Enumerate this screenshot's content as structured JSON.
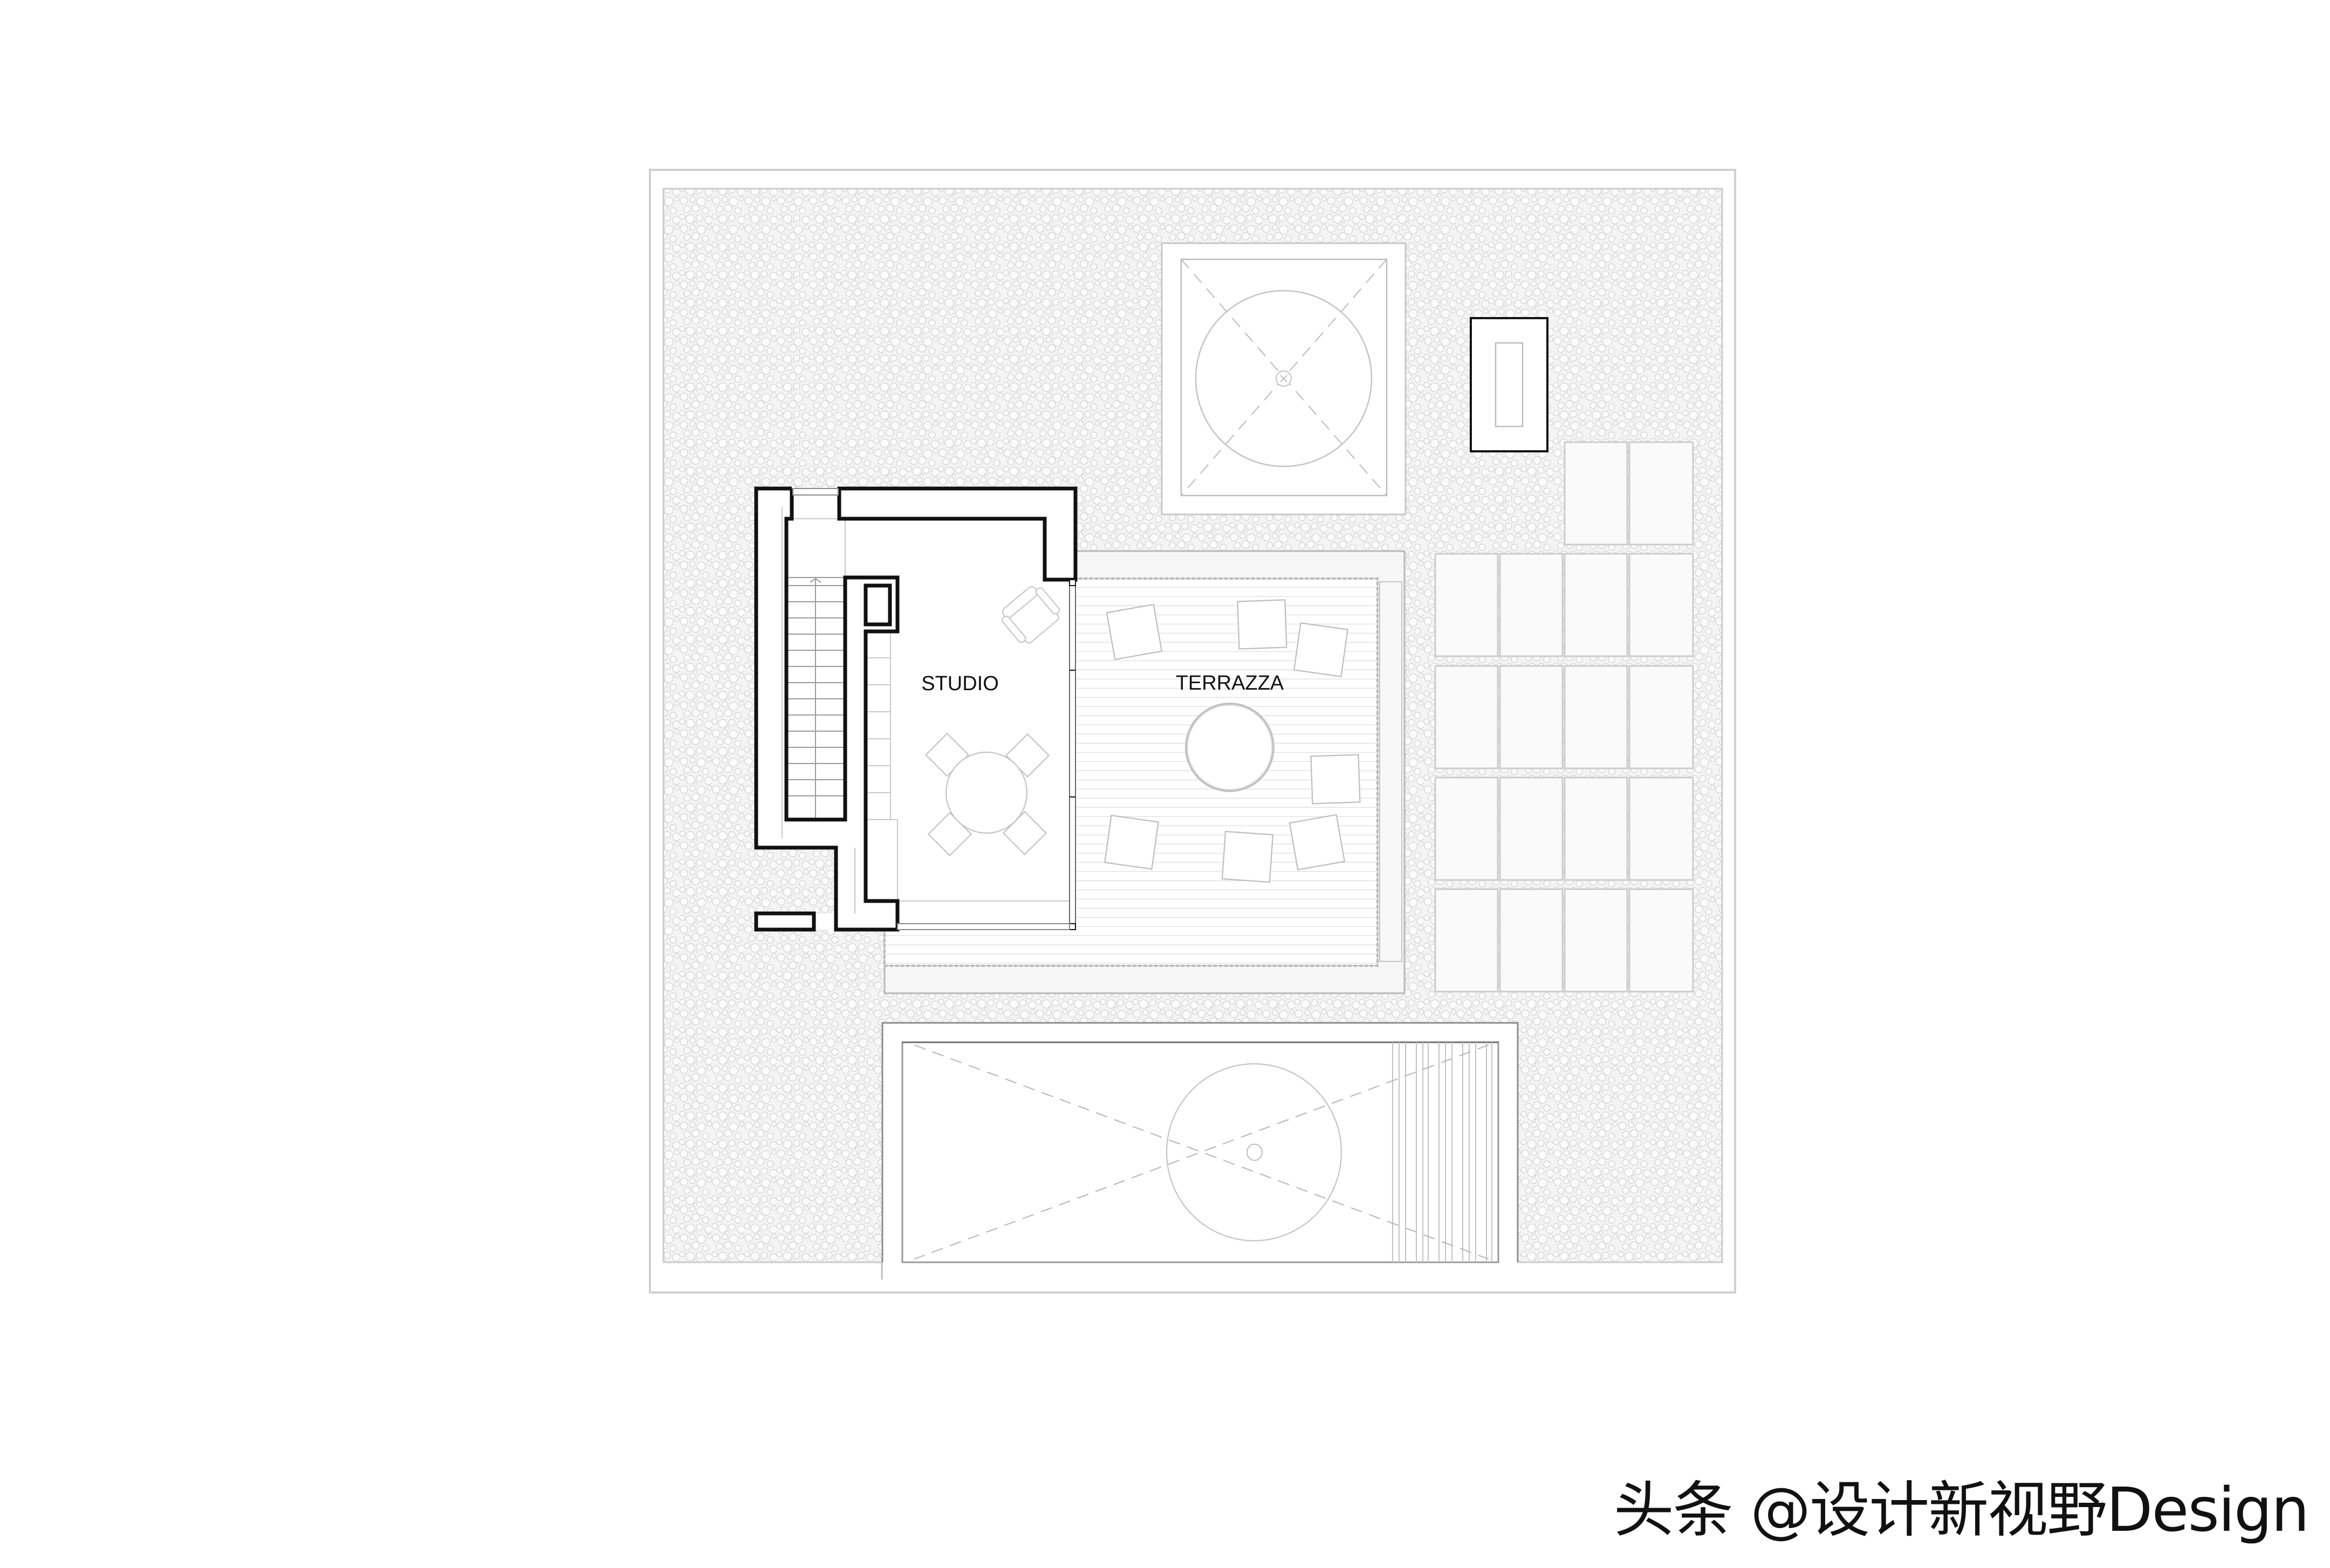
{
  "drawing": {
    "type": "roof / upper floor architectural plan",
    "colors": {
      "background": "#ffffff",
      "gravel_fill": "#f2f2f2",
      "gravel_stroke": "#dcdcdc",
      "wall_black": "#111111",
      "thin_line": "#bdbdbd",
      "panel_fill": "#fafafa",
      "platform_fill": "#f6f6f6"
    }
  },
  "rooms": {
    "studio": {
      "label": "STUDIO"
    },
    "terrace": {
      "label": "TERRAZZA"
    }
  },
  "elements": {
    "skylight": {
      "name": "skylight / roof light"
    },
    "chimney_box": {
      "name": "chimney outlet"
    },
    "solar_panels": {
      "rows": 5,
      "cols": 4,
      "top_row_count": 2,
      "total": 18
    },
    "pool": {
      "name": "pool",
      "steps_count": 14
    },
    "studio_dining_chairs": 4,
    "terrace_seats": 7,
    "stair_treads": 15
  },
  "watermark": {
    "text": "头条 @设计新视野Design"
  }
}
